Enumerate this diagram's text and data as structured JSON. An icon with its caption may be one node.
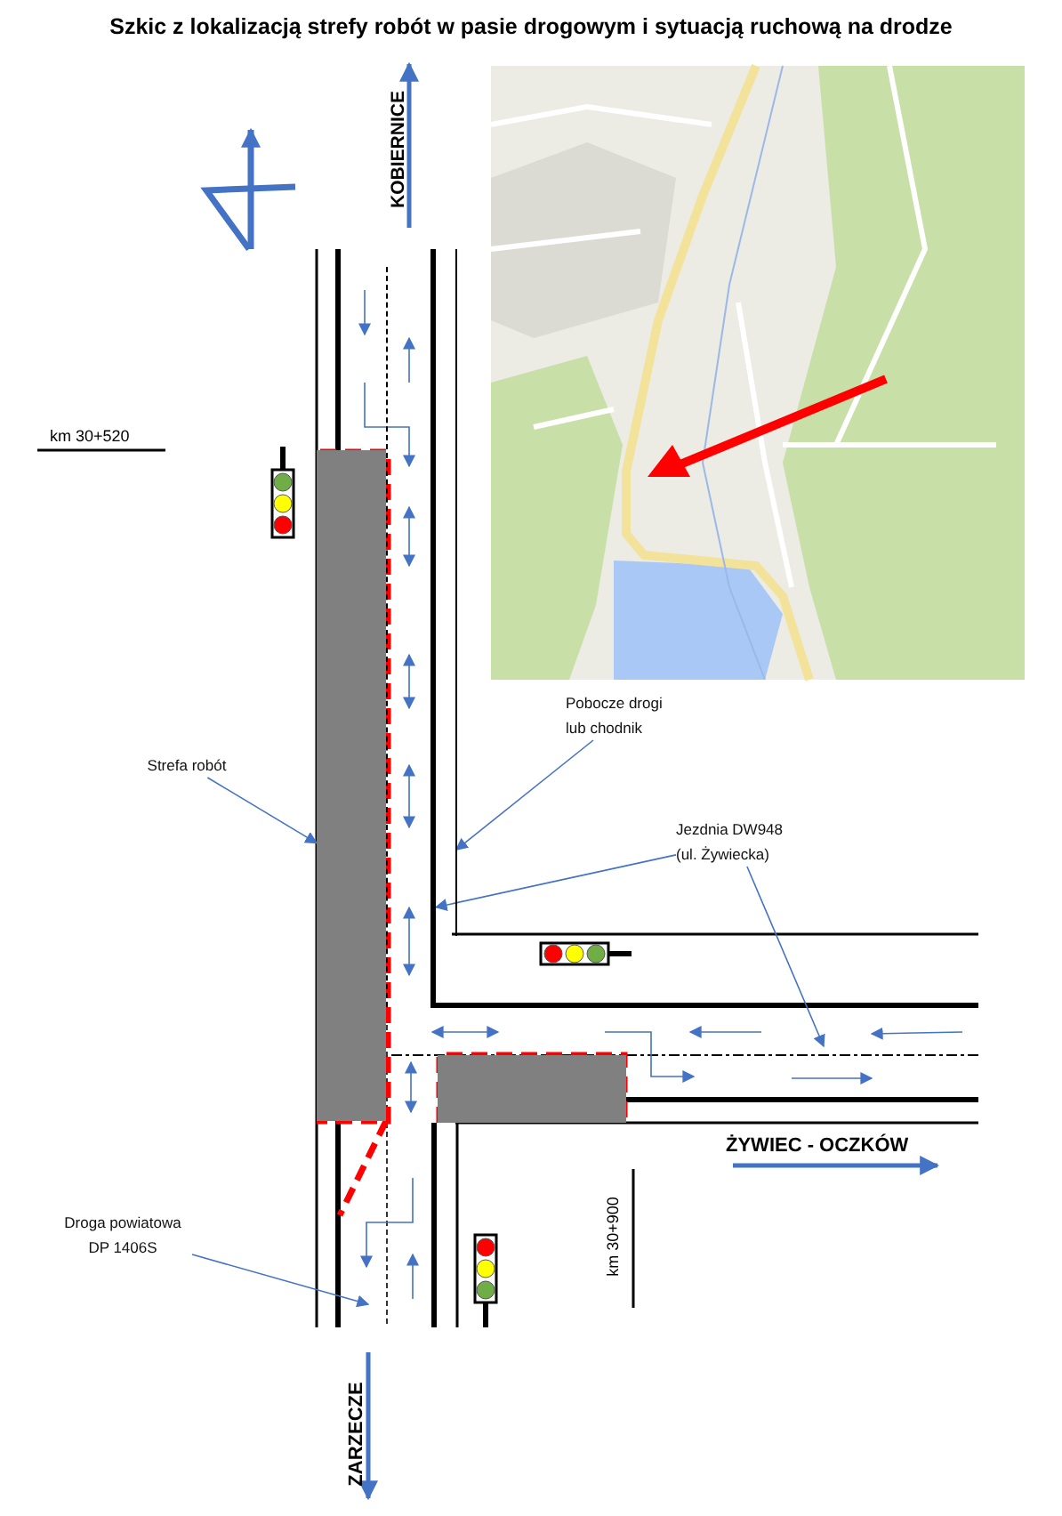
{
  "diagram": {
    "title": "Szkic z lokalizacją strefy robót w pasie drogowym i sytuacją ruchową na drodze",
    "nodes": [
      {
        "text": [
          "Strefa robót"
        ]
      },
      {
        "text": [],
        "shape": "box"
      },
      {
        "text": [
          "Pobocze drogi lub chodnik"
        ]
      },
      {
        "text": [
          "Jezdnia DW948 (ul. Żywiecka)"
        ]
      },
      {
        "text": [
          "Droga powiatowa DP 1406S"
        ]
      },
      {
        "text": [],
        "shape": "box"
      },
      {
        "text": [],
        "shape": "road"
      },
      {
        "text": [],
        "shape": "path"
      }
    ],
    "edges": [
      {
        "from": 0,
        "to": 1,
        "arrow": "to"
      },
      {
        "from": 2,
        "to": 7,
        "arrow": "to"
      },
      {
        "from": 3,
        "to": 6,
        "arrow": "to"
      },
      {
        "from": 3,
        "to": null,
        "arrow": "to"
      },
      {
        "from": 4,
        "to": null,
        "arrow": "to"
      }
    ],
    "labels": [
      "KOBIERNICE",
      "km 30+520",
      "ŻYWIEC - OCZKÓW",
      "km 30+900",
      "ZARZECZE"
    ]
  }
}
